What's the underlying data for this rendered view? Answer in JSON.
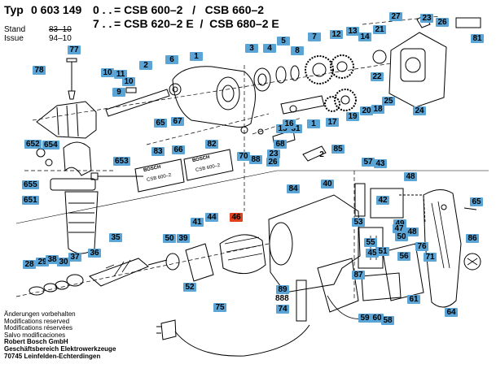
{
  "header": {
    "typ_label": "Typ",
    "typ_number": "0 603 149",
    "line1_suffix": "0 . .",
    "line1_models": "= CSB 600–2   /   CSB 660–2",
    "line2_suffix": "7 . .",
    "line2_models": "= CSB 620–2 E  /  CSB 680–2 E",
    "stand_label": "Stand",
    "stand_old": "83–10",
    "issue_label": "Issue",
    "issue_value": "94–10"
  },
  "part_labels": [
    "77",
    "10",
    "11",
    "10",
    "2",
    "6",
    "1",
    "3",
    "4",
    "5",
    "8",
    "7",
    "12",
    "13",
    "14",
    "21",
    "27",
    "23",
    "26",
    "81",
    "78",
    "9",
    "22",
    "24",
    "65",
    "66",
    "67",
    "15",
    "31",
    "16",
    "1",
    "17",
    "19",
    "20",
    "18",
    "25",
    "85",
    "652",
    "654",
    "653",
    "655",
    "651",
    "83",
    "82",
    "70",
    "88",
    "68",
    "2",
    "26",
    "23",
    "84",
    "40",
    "57",
    "43",
    "48",
    "42",
    "53",
    "49",
    "47",
    "50",
    "55",
    "56",
    "76",
    "71",
    "65",
    "51",
    "48",
    "45",
    "44",
    "46",
    "41",
    "35",
    "50",
    "39",
    "28",
    "29",
    "38",
    "30",
    "37",
    "36",
    "52",
    "86",
    "89",
    "888",
    "74",
    "75",
    "87",
    "61",
    "59",
    "60",
    "58",
    "64"
  ],
  "highlighted_part": "46",
  "plate_text": {
    "plate1_brand": "BOSCH",
    "plate1_model": "CSB 600–2",
    "plate2_brand": "BOSCH",
    "plate2_model": "CSB 600–2"
  },
  "footer_notes": [
    "Änderungen vorbehalten",
    "Modifications reserved",
    "Modifications réservées",
    "Salvo modificaciones",
    "Robert Bosch GmbH",
    "Geschäftsbereich Elektrowerkzeuge",
    "70745 Leinfelden-Echterdingen"
  ],
  "colors": {
    "label_bg": "#5ba4d6",
    "highlight_bg": "#e0401a"
  }
}
